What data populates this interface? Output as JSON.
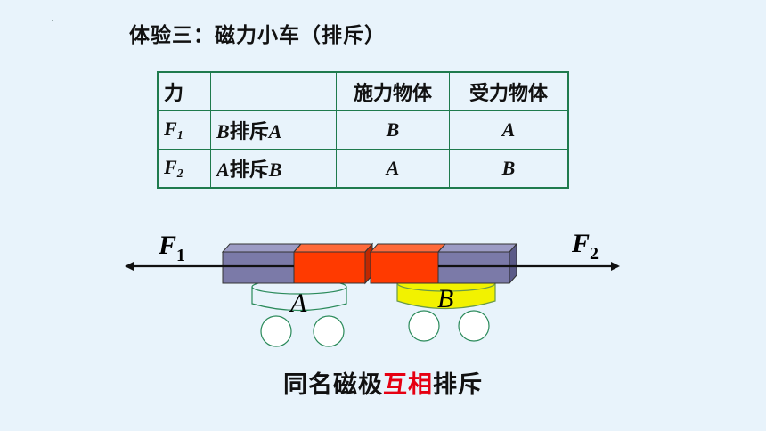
{
  "title": "体验三：磁力小车（排斥）",
  "table": {
    "headers": [
      "力",
      "",
      "施力物体",
      "受力物体"
    ],
    "rows": [
      {
        "force": "F",
        "force_sub": "1",
        "desc_left": "B",
        "desc_mid": "排斥",
        "desc_right": "A",
        "exerter": "B",
        "receiver": "A"
      },
      {
        "force": "F",
        "force_sub": "2",
        "desc_left": "A",
        "desc_mid": "排斥",
        "desc_right": "B",
        "exerter": "A",
        "receiver": "B"
      }
    ]
  },
  "diagram": {
    "left_force": "F",
    "left_force_sub": "1",
    "right_force": "F",
    "right_force_sub": "2",
    "cart_a_label": "A",
    "cart_b_label": "B",
    "colors": {
      "magnet_pole_purple": "#7b7aa8",
      "magnet_pole_red": "#ff3a00",
      "cart_b_fill": "#f2f200"
    }
  },
  "caption": {
    "part1": "同名磁极",
    "highlight": "互相",
    "part2": "排斥"
  }
}
